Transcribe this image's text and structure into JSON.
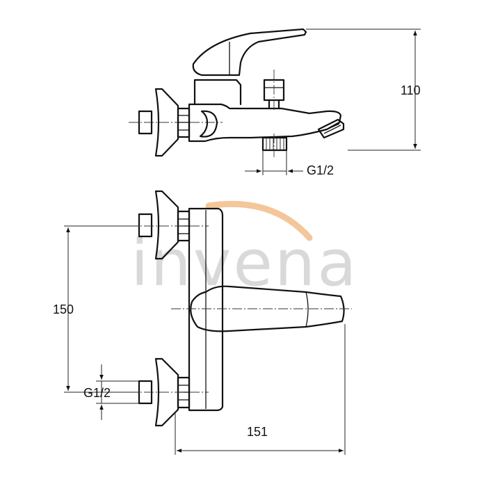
{
  "watermark": {
    "text": "invena",
    "text_color": "#d9d9d9",
    "arc_color": "#f3c79a"
  },
  "dimensions": {
    "height_side": "110",
    "thread_side": "G1/2",
    "spacing_front": "150",
    "thread_front": "G1/2",
    "width_front": "151"
  },
  "colors": {
    "line": "#111111",
    "background": "#ffffff"
  }
}
